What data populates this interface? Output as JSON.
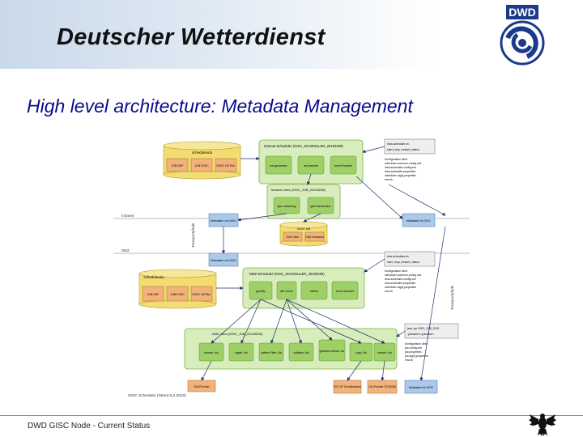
{
  "header": {
    "org_name": "Deutscher Wetterdienst",
    "logo_text": "DWD"
  },
  "slide": {
    "title": "High level architecture: Metadata Management"
  },
  "diagram": {
    "caption": "GISC Scheduler (Stand 8.2.2010)",
    "zones": {
      "intranet": "Intranet",
      "dmz": "DMZ"
    },
    "side_labels": {
      "left": "Transportpfade",
      "right": "Transportpfade"
    },
    "databases": {
      "top": {
        "name": "schedulesdo",
        "cells": [
          "JOB DEF",
          "JOB EXEC",
          "EXEC DETAIL"
        ]
      },
      "bottom": {
        "name": "schedulesdo",
        "cells": [
          "JOB DEF",
          "JOB EXEC",
          "EXEC DETAIL"
        ]
      },
      "gisc": {
        "name": "GISC DB",
        "cells": [
          "DMZ meta",
          "DMZ virtualized"
        ]
      }
    },
    "intranet_scheduler": {
      "title": "Intranet-Scheduler (GISC_SCHEDULER_20100208)",
      "jobs": [
        "md generator",
        "md transfer",
        "event Handler"
      ]
    },
    "intranet_jobs": {
      "title": "Intranet-Jobs (GISC_JOB_20100208)",
      "jobs": [
        "gisc watchdog",
        "gisc transaction"
      ]
    },
    "dmz_scheduler": {
      "title": "DMZ-Scheduler (GISC_SCHEDULER_20100208)",
      "jobs": [
        "gisc/ftp",
        "dfb check",
        "tollisor",
        "event Handler"
      ]
    },
    "dmz_jobs": {
      "title": "DMZ-Jobs (GISC_JOB_20100208)",
      "jobs": [
        "browse Job",
        "digest Job",
        "pattern Filter Job",
        "validator Job",
        "gazetteer indexer Job",
        "copy Job",
        "indexer Job"
      ]
    },
    "notes": {
      "intra_script": [
        "intra-scheduler.sh",
        "start | stop | restart | status"
      ],
      "intra_config": [
        "Konfiguration über:",
        "scheduler-common-config.xml",
        "intra-scheduler-config.xml",
        "intra-scheduler.properties",
        "scheduler-log4j.properties",
        "env.sh"
      ],
      "dmz_script": [
        "dmz-scheduler.sh",
        "start | stop | restart | status"
      ],
      "dmz_config": [
        "Konfiguration über:",
        "scheduler-common-config.xml",
        "dmz-scheduler-config.xml",
        "dmz-scheduler.properties",
        "scheduler-log4j.properties",
        "env.sh"
      ],
      "job_cmd": [
        "java -jar GISC_JOB_2010",
        "-jobname=<jobname>"
      ],
      "job_config": [
        "Konfiguration über:",
        "job-config.xml",
        "job.properties",
        "job-log4j.properties",
        "env.sh"
      ]
    },
    "metadata_boxes": {
      "intranet_left": "Metadaten von GISC",
      "intranet_right": "Metadaten für GISC",
      "dmz_left": "Metadaten von GISC",
      "dmz_bottom": "Metadaten für GISC"
    },
    "outputs": [
      "OAI-Provider",
      "CDC-DF Geodienstwerk",
      "OAI-Provider GFS(ISM)"
    ]
  },
  "footer": {
    "text": "DWD GISC Node - Current Status"
  },
  "colors": {
    "accent_title": "#0a0a8c",
    "header_gradient_start": "#c9d9ea",
    "green_box": "#9fd068",
    "green_panel": "#d8edbc",
    "db_orange": "#f2b37a",
    "db_yellow": "#f3dc70",
    "edge_navy": "#1c2f66"
  }
}
